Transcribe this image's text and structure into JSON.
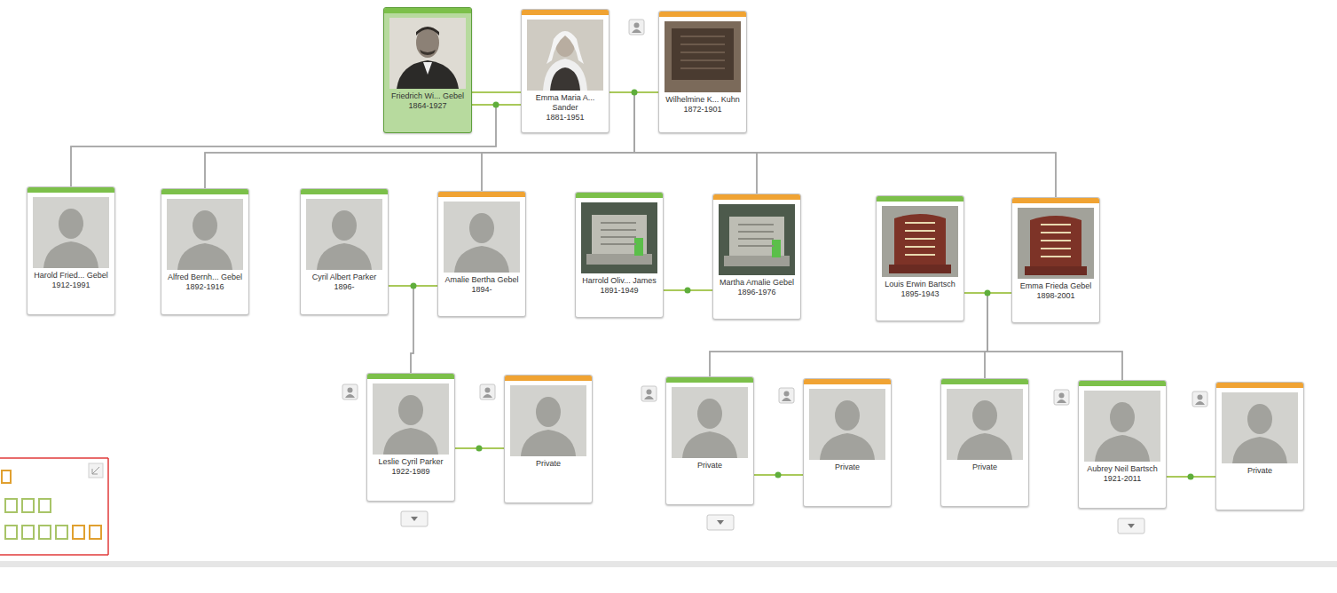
{
  "diagram": {
    "nodes": [
      {
        "text": [
          "Friedrich Wi... Gebel",
          "1864-1927"
        ]
      },
      {
        "text": [
          "Emma Maria A... Sander",
          "1881-1951"
        ]
      },
      {
        "text": [
          "Wilhelmine K... Kuhn",
          "1872-1901"
        ]
      },
      {
        "text": [
          "Harold Fried... Gebel",
          "1912-1991"
        ]
      },
      {
        "text": [
          "Alfred Bernh... Gebel",
          "1892-1916"
        ]
      },
      {
        "text": [
          "Cyril Albert Parker",
          "1896-"
        ]
      },
      {
        "text": [
          "Amalie Bertha Gebel",
          "1894-"
        ]
      },
      {
        "text": [
          "Harrold Oliv... James",
          "1891-1949"
        ]
      },
      {
        "text": [
          "Martha Amalie Gebel",
          "1896-1976"
        ]
      },
      {
        "text": [
          "Louis Erwin Bartsch",
          "1895-1943"
        ]
      },
      {
        "text": [
          "Emma Frieda Gebel",
          "1898-2001"
        ]
      },
      {
        "text": [
          "Leslie Cyril Parker",
          "1922-1989"
        ]
      },
      {
        "text": [
          "Private"
        ]
      },
      {
        "text": [
          "Private"
        ]
      },
      {
        "text": [
          "Private"
        ]
      },
      {
        "text": [
          "Private"
        ]
      },
      {
        "text": [
          "Aubrey Neil Bartsch",
          "1921-2011"
        ]
      },
      {
        "text": [
          "Private"
        ]
      }
    ],
    "edges": [
      {
        "from": 0,
        "to": 1,
        "arrow": "none"
      },
      {
        "from": 0,
        "to": 2,
        "arrow": "none"
      },
      {
        "from": 0,
        "to": 3,
        "arrow": "none"
      },
      {
        "from": 1,
        "to": 3,
        "arrow": "none"
      },
      {
        "from": 0,
        "to": 4,
        "arrow": "none"
      },
      {
        "from": 2,
        "to": 4,
        "arrow": "none"
      },
      {
        "from": 0,
        "to": 6,
        "arrow": "none"
      },
      {
        "from": 2,
        "to": 6,
        "arrow": "none"
      },
      {
        "from": 0,
        "to": 8,
        "arrow": "none"
      },
      {
        "from": 2,
        "to": 8,
        "arrow": "none"
      },
      {
        "from": 0,
        "to": 10,
        "arrow": "none"
      },
      {
        "from": 2,
        "to": 10,
        "arrow": "none"
      },
      {
        "from": 5,
        "to": 6,
        "arrow": "none"
      },
      {
        "from": 7,
        "to": 8,
        "arrow": "none"
      },
      {
        "from": 9,
        "to": 10,
        "arrow": "none"
      },
      {
        "from": 5,
        "to": 11,
        "arrow": "none"
      },
      {
        "from": 6,
        "to": 11,
        "arrow": "none"
      },
      {
        "from": 9,
        "to": 13,
        "arrow": "none"
      },
      {
        "from": 10,
        "to": 13,
        "arrow": "none"
      },
      {
        "from": 9,
        "to": 15,
        "arrow": "none"
      },
      {
        "from": 10,
        "to": 15,
        "arrow": "none"
      },
      {
        "from": 9,
        "to": 16,
        "arrow": "none"
      },
      {
        "from": 10,
        "to": 16,
        "arrow": "none"
      },
      {
        "from": 11,
        "to": 12,
        "arrow": "none"
      },
      {
        "from": 13,
        "to": 14,
        "arrow": "none"
      },
      {
        "from": 16,
        "to": 17,
        "arrow": "none"
      }
    ]
  }
}
